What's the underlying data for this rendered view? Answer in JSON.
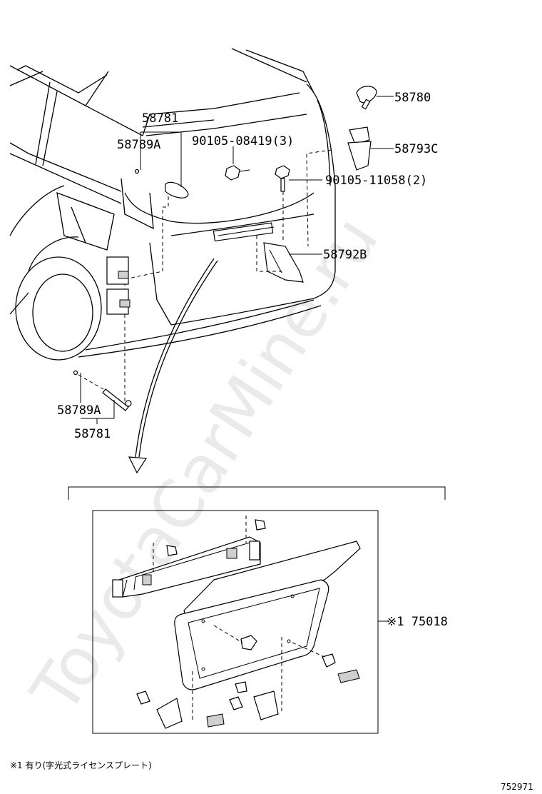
{
  "labels": {
    "p58781_top": "58781",
    "p58789a_top": "58789A",
    "p90105_08419": "90105-08419(3)",
    "p58780": "58780",
    "p58793c": "58793C",
    "p90105_11058": "90105-11058(2)",
    "p58792b": "58792B",
    "p58789a_bottom": "58789A",
    "p58781_bottom": "58781",
    "p75018": "※1 75018",
    "footnote": "※1 有り(字光式ライセンスプレート)",
    "diagram_id": "752971",
    "watermark": "ToyotaCarMine.ru"
  }
}
